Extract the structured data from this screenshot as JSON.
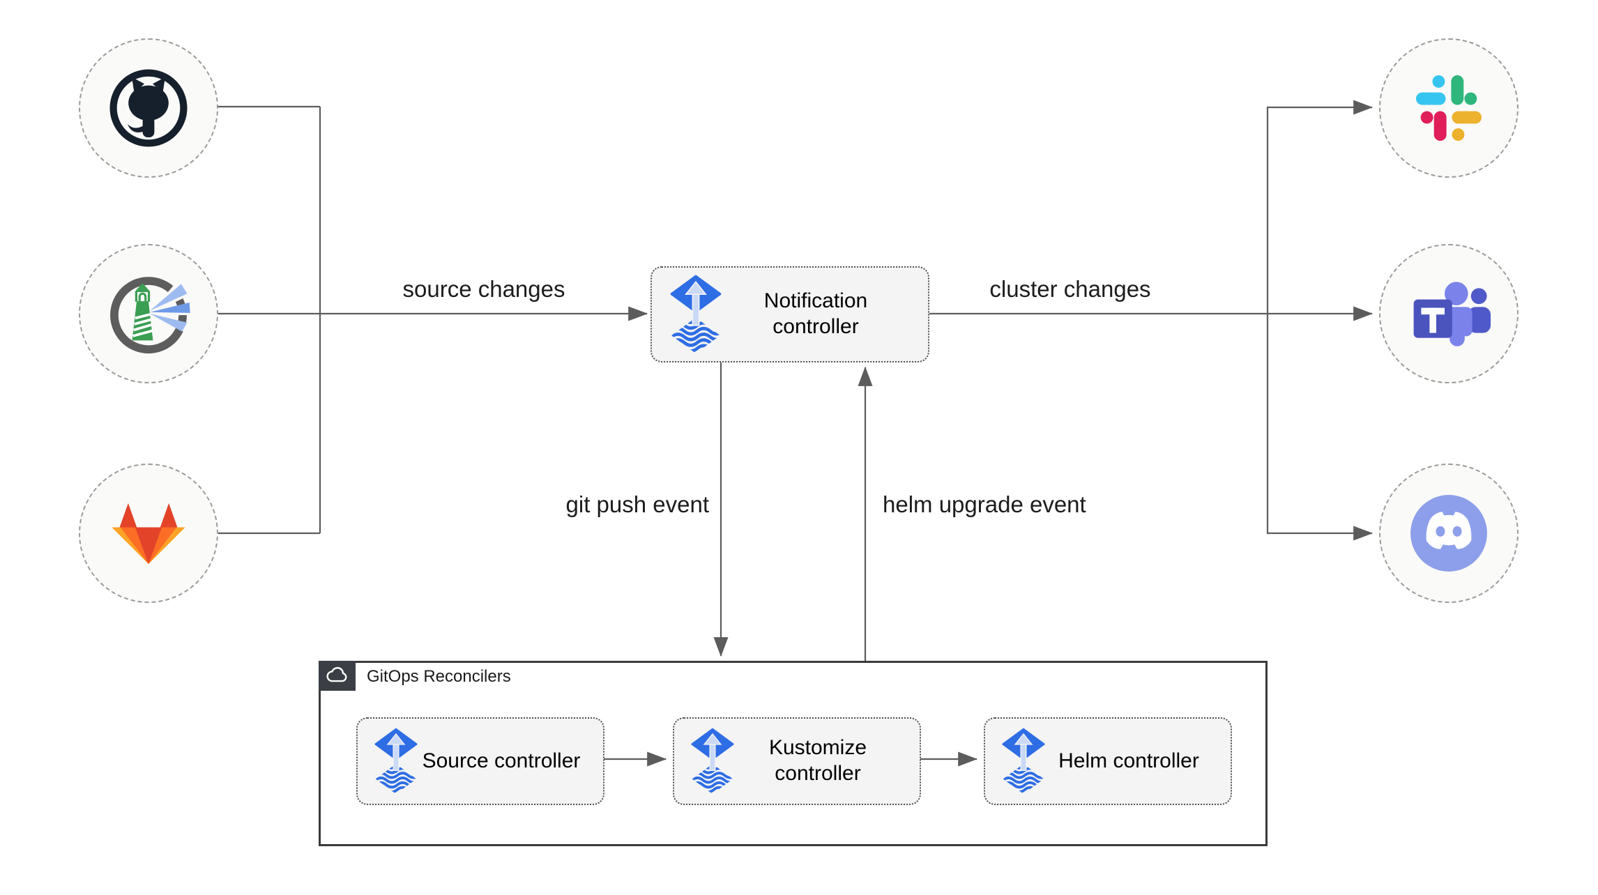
{
  "nodes": {
    "notification": {
      "label": "Notification controller",
      "icon": "flux-icon"
    },
    "sources": [
      {
        "id": "github",
        "icon": "github-icon"
      },
      {
        "id": "harbor",
        "icon": "harbor-icon"
      },
      {
        "id": "gitlab",
        "icon": "gitlab-icon"
      }
    ],
    "alert_targets": [
      {
        "id": "slack",
        "icon": "slack-icon"
      },
      {
        "id": "teams",
        "icon": "teams-icon"
      },
      {
        "id": "discord",
        "icon": "discord-icon"
      }
    ]
  },
  "edges": {
    "source_changes": "source changes",
    "cluster_changes": "cluster changes",
    "git_push": "git push event",
    "helm_upgrade": "helm upgrade event"
  },
  "reconcilers": {
    "title": "GitOps Reconcilers",
    "badge_icon": "cloud-icon",
    "controllers": [
      {
        "label": "Source controller",
        "icon": "flux-icon"
      },
      {
        "label": "Kustomize controller",
        "icon": "flux-icon"
      },
      {
        "label": "Helm controller",
        "icon": "flux-icon"
      }
    ]
  },
  "colors": {
    "flux_blue": "#2e6de4",
    "flux_arrow": "#c9d9f6",
    "line": "#5c5c5c",
    "text": "#1c1c1c",
    "box_fill": "#f4f4f4",
    "box_border": "#4f4f4f",
    "circle_fill": "#fafaf8",
    "circle_border": "#9b9b9b",
    "container_border": "#3a3a3a",
    "badge_bg": "#3b3e45",
    "github_dark": "#16202c",
    "harbor_gray": "#5d5d5d",
    "harbor_green": "#3a9e53",
    "harbor_beam_light": "#9dbbf0",
    "harbor_beam_mid": "#6f9ae8",
    "gitlab_red": "#e24329",
    "gitlab_orange": "#fc6d26",
    "gitlab_yellow": "#fca326",
    "slack_blue": "#36c5f0",
    "slack_green": "#2eb67d",
    "slack_red": "#e01e5a",
    "slack_yellow": "#ecb22e",
    "teams_dark": "#4b53bc",
    "teams_mid": "#5059c9",
    "teams_light": "#7b83eb",
    "discord_blue": "#8d9eea"
  }
}
